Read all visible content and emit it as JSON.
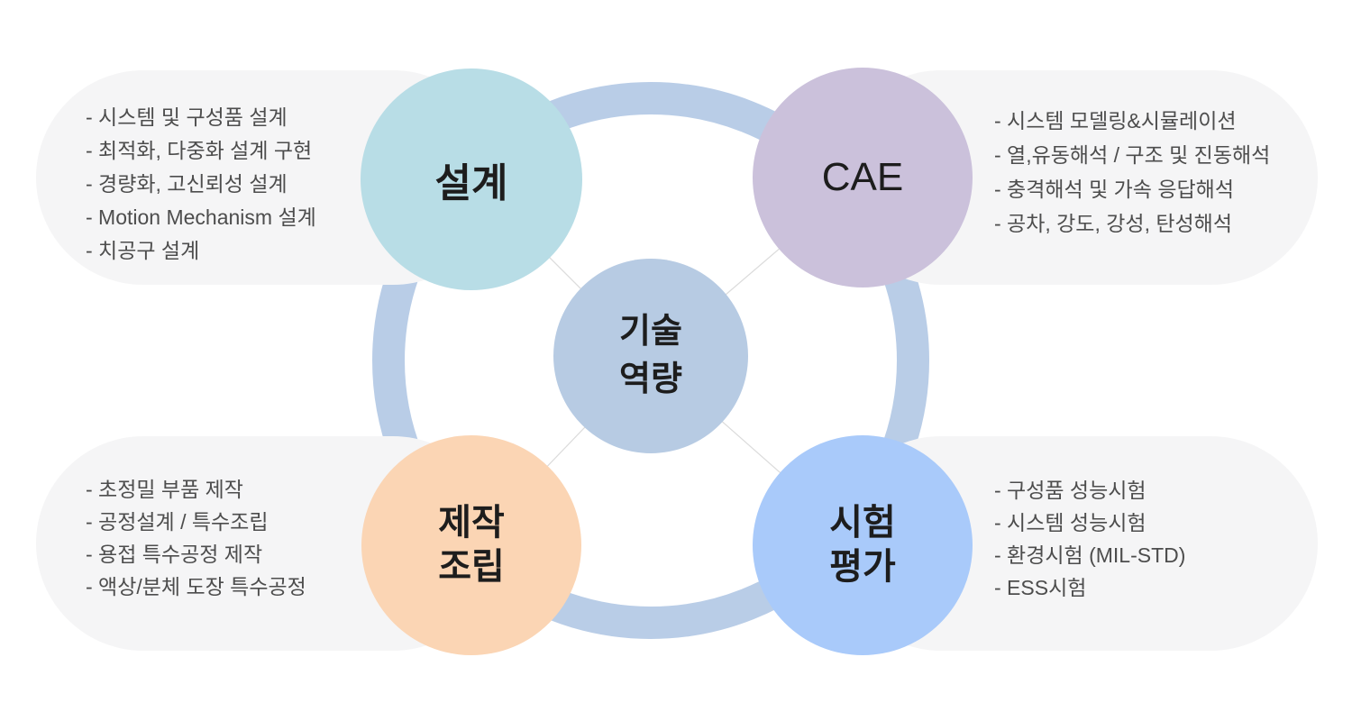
{
  "diagram_title": "기술 역량",
  "center": {
    "label_line1": "기술",
    "label_line2": "역량",
    "color": "#B7CBE3"
  },
  "circles": {
    "design": {
      "label": "설계",
      "color": "#B8DDE6"
    },
    "cae": {
      "label": "CAE",
      "color": "#CBC1DB"
    },
    "manufacturing": {
      "label_line1": "제작",
      "label_line2": "조립",
      "color": "#FBD5B4"
    },
    "testing": {
      "label_line1": "시험",
      "label_line2": "평가",
      "color": "#A9CAFA"
    }
  },
  "panels": {
    "design": {
      "items": [
        "- 시스템 및 구성품 설계",
        "- 최적화, 다중화 설계 구현",
        "- 경량화, 고신뢰성 설계",
        "- Motion Mechanism 설계",
        "- 치공구 설계"
      ]
    },
    "cae": {
      "items": [
        "- 시스템 모델링&시뮬레이션",
        "- 열,유동해석 / 구조 및 진동해석",
        "- 충격해석 및 가속 응답해석",
        "- 공차, 강도, 강성, 탄성해석"
      ]
    },
    "manufacturing": {
      "items": [
        "- 초정밀 부품 제작",
        "- 공정설계 / 특수조립",
        "- 용접 특수공정 제작",
        "- 액상/분체 도장 특수공정"
      ]
    },
    "testing": {
      "items": [
        "- 구성품 성능시험",
        "- 시스템 성능시험",
        "- 환경시험 (MIL-STD)",
        "- ESS시험"
      ]
    }
  },
  "colors": {
    "background": "#FFFFFF",
    "panel_background": "#F5F5F6",
    "ring": "#B9CDE7",
    "connector_line": "#DBDBDB",
    "list_text": "#4D4D4D",
    "label_text": "#1D1D1D"
  }
}
